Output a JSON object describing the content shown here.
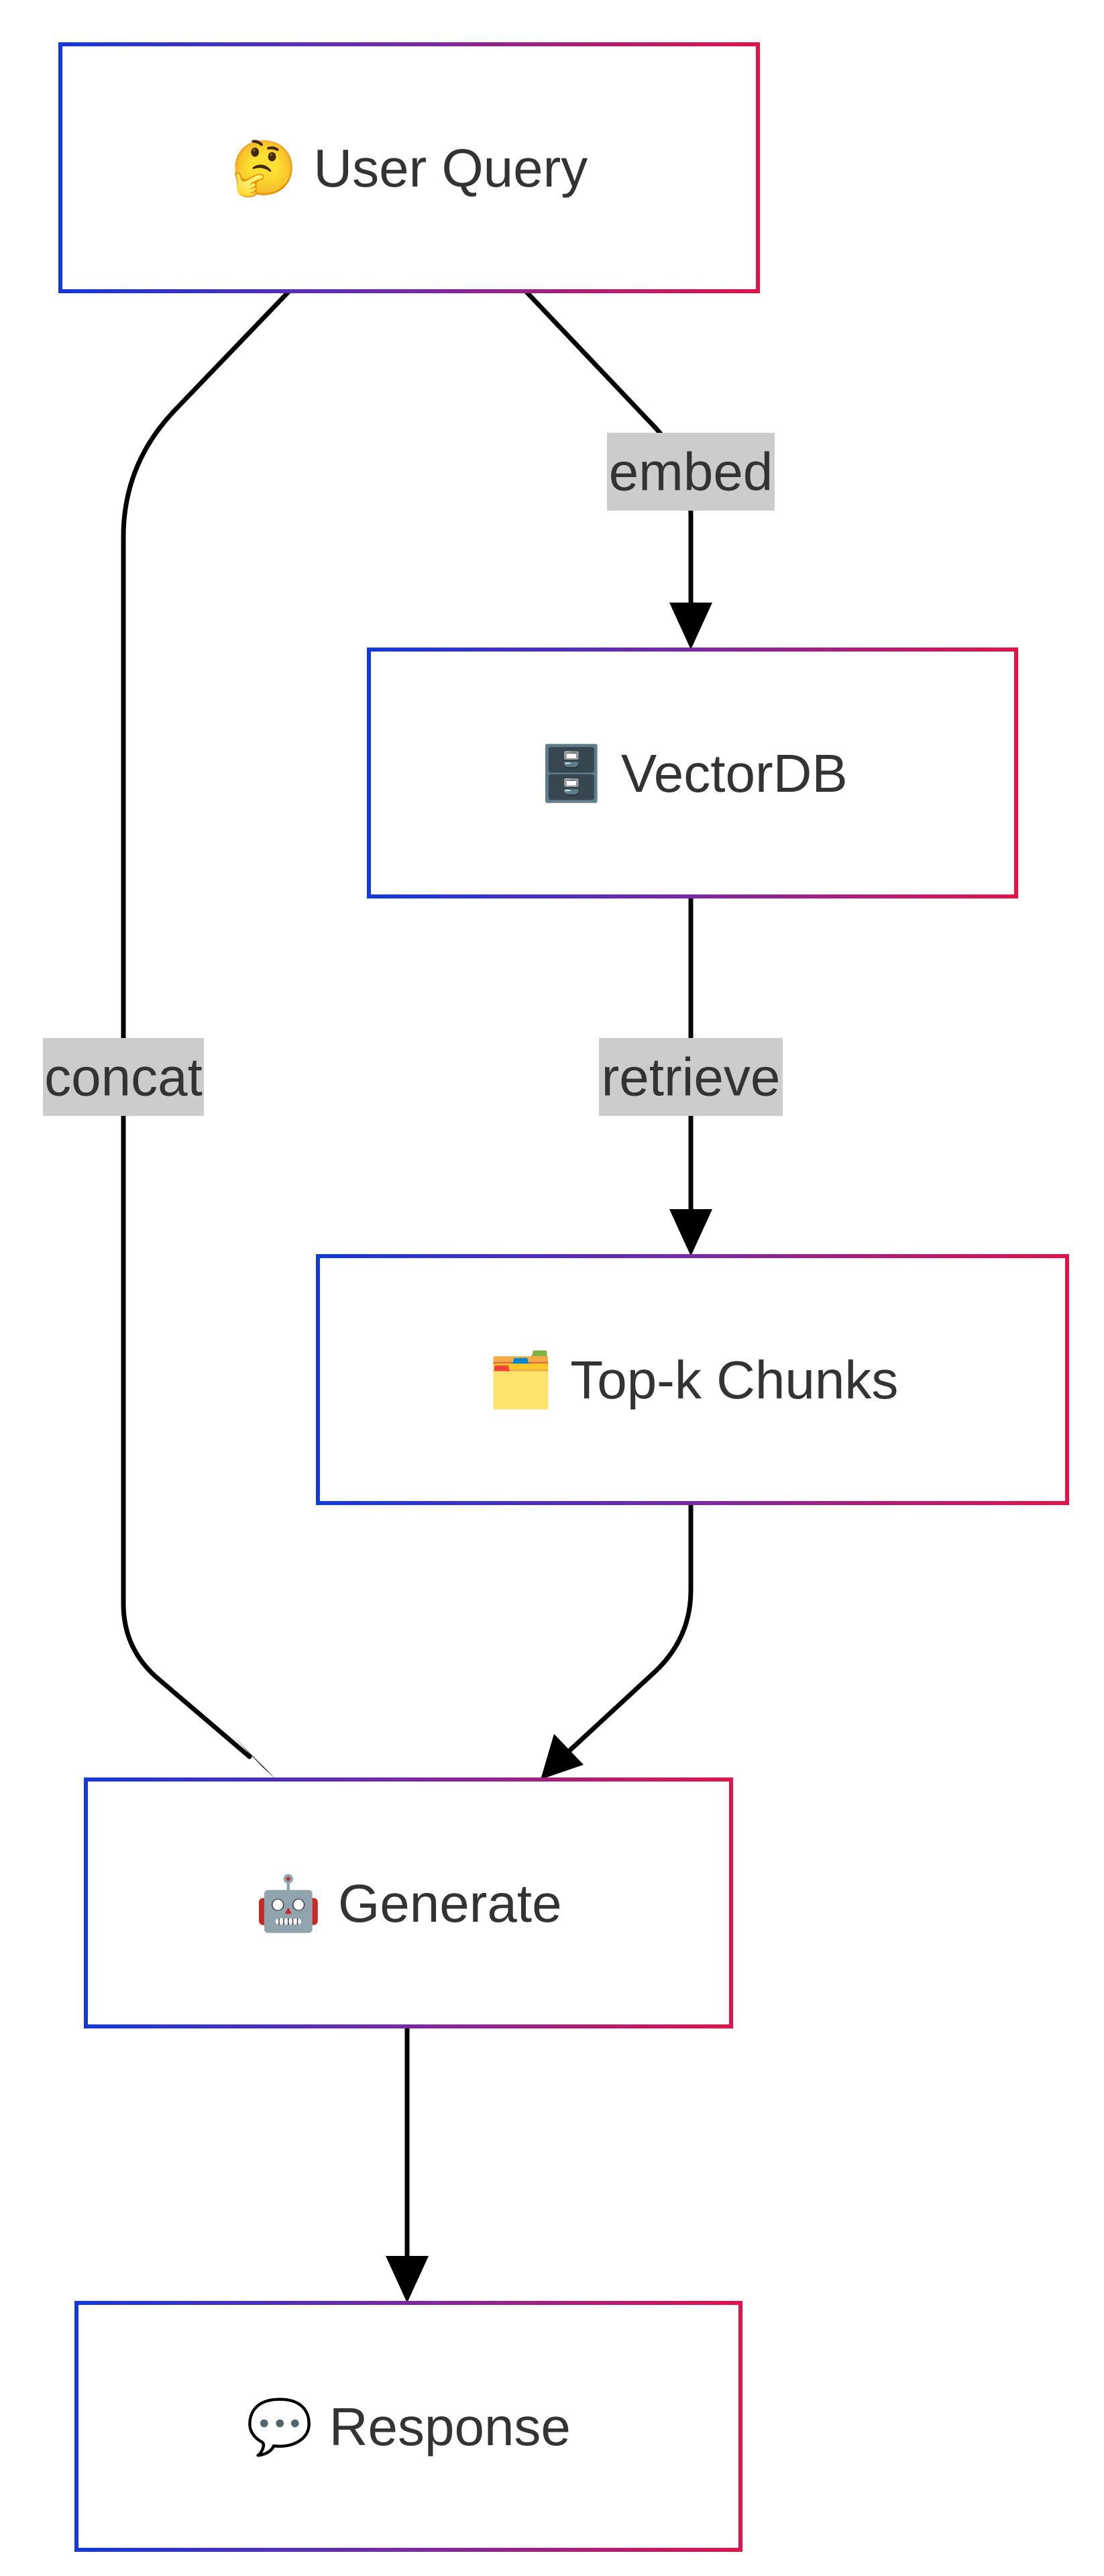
{
  "diagram": {
    "type": "flowchart",
    "nodes": {
      "user_query": {
        "emoji": "🤔",
        "label": "User Query"
      },
      "vectordb": {
        "emoji": "🗄️",
        "label": "VectorDB"
      },
      "topk": {
        "emoji": "🗂️",
        "label": "Top-k Chunks"
      },
      "generate": {
        "emoji": "🤖",
        "label": "Generate"
      },
      "response": {
        "emoji": "💬",
        "label": "Response"
      }
    },
    "edges": {
      "embed": {
        "from": "User Query",
        "to": "VectorDB",
        "label": "embed"
      },
      "retrieve": {
        "from": "VectorDB",
        "to": "Top-k Chunks",
        "label": "retrieve"
      },
      "concat": {
        "from": "User Query",
        "to": "Generate",
        "label": "concat"
      },
      "chunks_to_generate": {
        "from": "Top-k Chunks",
        "to": "Generate",
        "label": ""
      },
      "generate_to_response": {
        "from": "Generate",
        "to": "Response",
        "label": ""
      }
    },
    "colors": {
      "border_start": "#1238e0",
      "border_end": "#e4124a",
      "edge": "#000000",
      "edge_label_bg": "#cccccc",
      "text": "#333333"
    }
  }
}
